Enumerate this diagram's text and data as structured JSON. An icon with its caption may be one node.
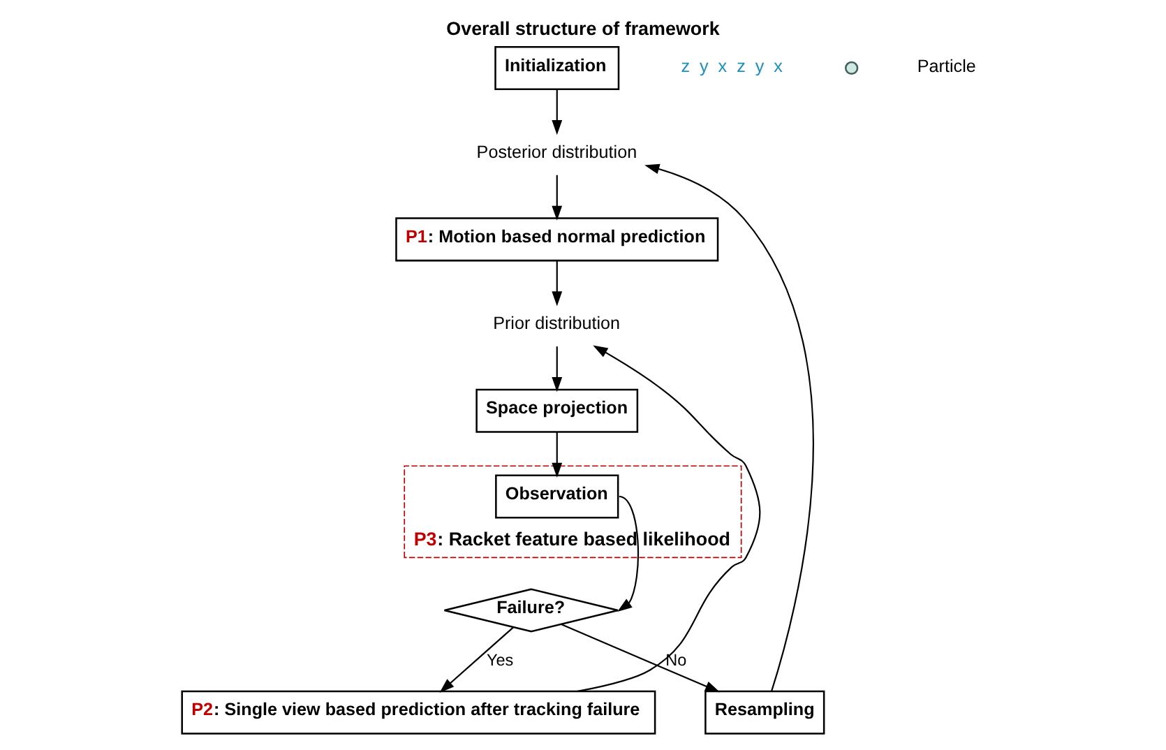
{
  "diagram": {
    "title": "Overall structure of framework",
    "nodes": [
      {
        "text": [
          "Initialization"
        ]
      },
      {
        "text": [
          "Posterior distribution"
        ]
      },
      {
        "text": [
          "**P1**: Motion based normal prediction"
        ]
      },
      {
        "text": [
          "Prior distribution"
        ]
      },
      {
        "text": [
          "**P2**: Single view based prediction after tracking failure"
        ]
      },
      {
        "text": [
          "Resampling"
        ]
      },
      {
        "text": [
          "Space projection"
        ]
      },
      {
        "text": [
          "Failure?"
        ]
      },
      {
        "text": [
          "**P3**: Racket feature based likelihood"
        ]
      },
      {
        "text": [
          "Observation"
        ],
        "in": 8
      }
    ],
    "edges": [
      {
        "from": 0,
        "to": 1,
        "arrow": "to"
      },
      {
        "from": 1,
        "to": 2,
        "arrow": "to"
      },
      {
        "from": 2,
        "to": 3,
        "arrow": "to"
      },
      {
        "from": 3,
        "to": 6,
        "arrow": "to"
      },
      {
        "from": 6,
        "to": 9,
        "arrow": "to"
      },
      {
        "from": 9,
        "to": 7,
        "arrow": "to"
      },
      {
        "from": 7,
        "to": 4,
        "arrow": "to",
        "label": "Yes"
      },
      {
        "from": 7,
        "to": 5,
        "arrow": "to",
        "label": "No"
      },
      {
        "from": 5,
        "to": 1,
        "arrow": "to"
      },
      {
        "from": 4,
        "to": 3,
        "arrow": "to"
      }
    ],
    "labels": [
      "z",
      "y",
      "x",
      "z",
      "y",
      "x"
    ],
    "legend": [
      {
        "text": "Particle"
      }
    ]
  }
}
